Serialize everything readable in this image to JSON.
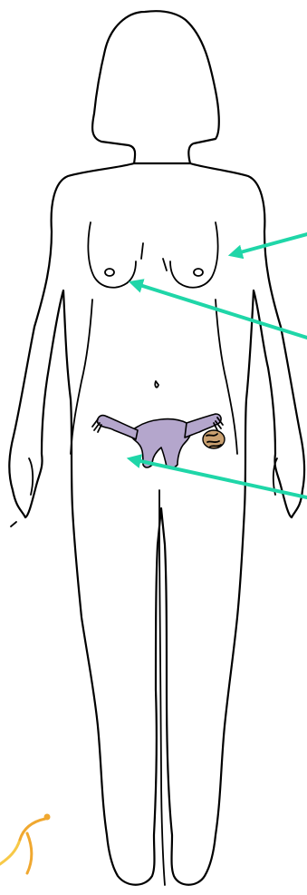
{
  "figure": {
    "subject": "female-body-front-outline",
    "colors": {
      "outline": "#000000",
      "background": "#ffffff",
      "uterus_fill": "#b4a6cc",
      "ovary_growth": "#c9a070",
      "arrow": "#1fd6a8",
      "logo_orange": "#f0a830",
      "logo_yellow": "#f7c948"
    },
    "arrows": [
      {
        "id": "arrow-armpit",
        "target": "armpit"
      },
      {
        "id": "arrow-breast",
        "target": "breast"
      },
      {
        "id": "arrow-abdomen",
        "target": "lower-abdomen"
      }
    ],
    "logo": {
      "icon": "figure-swirl-logo"
    }
  }
}
